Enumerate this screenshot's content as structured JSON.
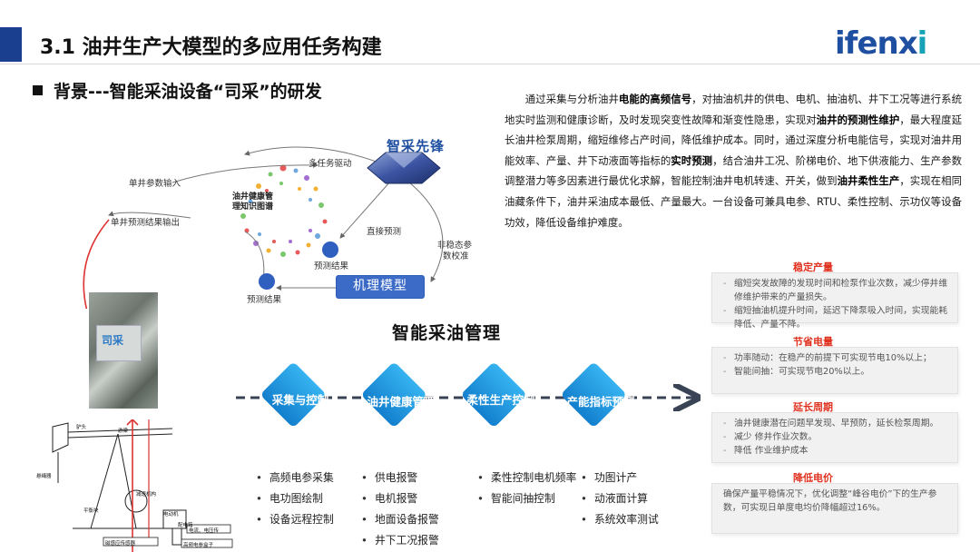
{
  "header": {
    "title": "3.1 油井生产大模型的多应用任务构建",
    "logo_main": "ifenx",
    "logo_end": "i"
  },
  "sub_heading": "背景---智能采油设备“司采”的研发",
  "paragraph": {
    "p1": "通过采集与分析油井",
    "b1": "电能的高频信号",
    "p2": "，对抽油机井的供电、电机、抽油机、井下工况等进行系统地实时监测和健康诊断，及时发现突变性故障和渐变性隐患，实现对",
    "b2": "油井的预测性维护",
    "p3": "，最大程度延长油井检泵周期，缩短维修占产时间，降低维护成本。同时，通过深度分析电能信号，实现对油井用能效率、产量、井下动液面等指标的",
    "b3": "实时预测",
    "p4": "，结合油井工况、阶梯电价、地下供液能力、生产参数调整潜力等多因素进行最优化求解，智能控制油井电机转速、开关，做到",
    "b4": "油井柔性生产",
    "p5": "，实现在相同油藏条件下，油井采油成本最低、产量最大。一台设备可兼具电参、RTU、柔性控制、示功仪等设备功效，降低设备维护难度。"
  },
  "diagram": {
    "single_well_input": "单井参数输入",
    "single_well_output": "单井预测结果输出",
    "multi_task": "多任务驱动",
    "kg_line1": "油井健康管",
    "kg_line2": "理知识图谱",
    "zhicai": "智采先锋",
    "direct_predict": "直接预测",
    "nonsteady_line1": "非稳态参",
    "nonsteady_line2": "数校准",
    "result1": "预测结果",
    "result2": "预测结果",
    "mechanism": "机理模型"
  },
  "photo_logo": "司采",
  "drawing_labels": {
    "l1": "驴头",
    "l2": "游梁",
    "l3": "悬绳器",
    "l4": "平衡块",
    "l5": "减速机构",
    "l6": "电动机",
    "l7": "配电箱",
    "l8": "电流、电压传",
    "l9": "磁感应传感器",
    "l10": "高频电参盒子"
  },
  "management": {
    "title": "智能采油管理",
    "steps": [
      "采集与控制",
      "油井健康管理",
      "柔性生产控制",
      "产能指标预测"
    ],
    "lists": [
      [
        "高频电参采集",
        "电功图绘制",
        "设备远程控制"
      ],
      [
        "供电报警",
        "电机报警",
        "地面设备报警",
        "井下工况报警"
      ],
      [
        "柔性控制电机频率",
        "智能间抽控制"
      ],
      [
        "功图计产",
        "动液面计算",
        "系统效率测试"
      ]
    ]
  },
  "benefits": [
    {
      "title": "稳定产量",
      "items": [
        "缩短突发故障的发现时间和检泵作业次数，减少停井维修维护带来的产量损失。",
        "缩短抽油机提升时间，延迟下降泵吸入时间，实现能耗降低、产量不降。"
      ]
    },
    {
      "title": "节省电量",
      "items": [
        "功率随动：在稳产的前提下可实现节电10%以上；",
        "智能间抽：可实现节电20%以上。"
      ]
    },
    {
      "title": "延长周期",
      "items": [
        "油井健康潜在问题早发现、早预防，延长检泵周期。",
        "减少 修井作业次数。",
        "降低 作业维护成本"
      ]
    },
    {
      "title": "降低电价",
      "items": [
        "确保产量平稳情况下，优化调整“峰谷电价”下的生产参数，可实现日单度电均价降幅超过16%。"
      ]
    }
  ],
  "colors": {
    "accent": "#1b3f8f",
    "diamond": "#1e9be0",
    "red": "#e0301e",
    "logo": "#1f4fa0"
  }
}
